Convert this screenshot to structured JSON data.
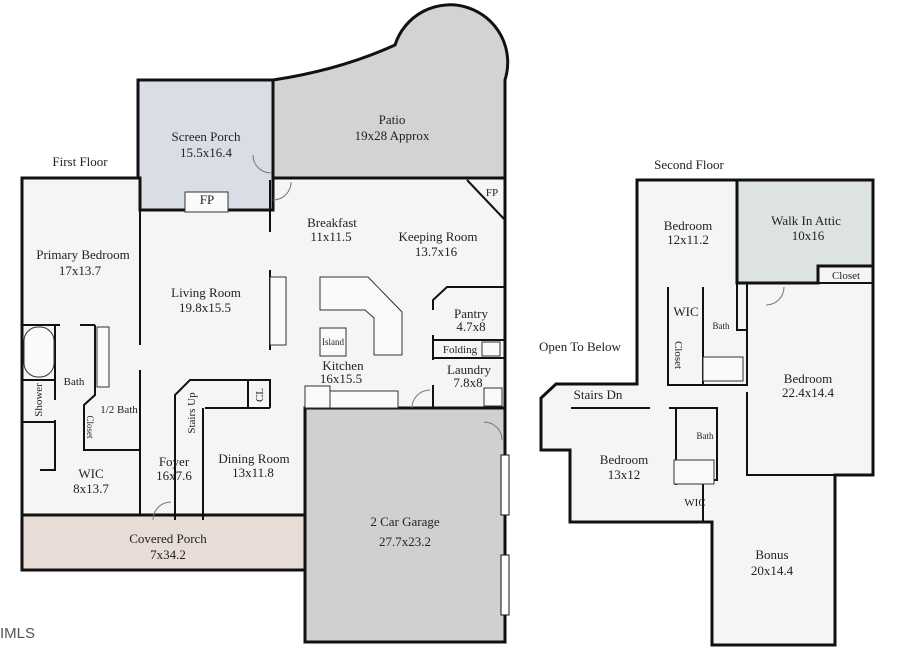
{
  "first_floor": {
    "title": "First Floor",
    "rooms": {
      "screen_porch": {
        "name": "Screen Porch",
        "size": "15.5x16.4"
      },
      "patio": {
        "name": "Patio",
        "size": "19x28 Approx"
      },
      "primary_bedroom": {
        "name": "Primary Bedroom",
        "size": "17x13.7"
      },
      "living_room": {
        "name": "Living Room",
        "size": "19.8x15.5"
      },
      "breakfast": {
        "name": "Breakfast",
        "size": "11x11.5"
      },
      "keeping_room": {
        "name": "Keeping Room",
        "size": "13.7x16"
      },
      "pantry": {
        "name": "Pantry",
        "size": "4.7x8"
      },
      "kitchen": {
        "name": "Kitchen",
        "size": "16x15.5"
      },
      "laundry": {
        "name": "Laundry",
        "size": "7.8x8"
      },
      "foyer": {
        "name": "Foyer",
        "size": "16x7.6"
      },
      "dining_room": {
        "name": "Dining Room",
        "size": "13x11.8"
      },
      "wic": {
        "name": "WIC",
        "size": "8x13.7"
      },
      "covered_porch": {
        "name": "Covered Porch",
        "size": "7x34.2"
      },
      "garage": {
        "name": "2 Car Garage",
        "size": "27.7x23.2"
      }
    },
    "labels": {
      "fp_living": "FP",
      "fp_keeping": "FP",
      "bath": "Bath",
      "half_bath": "1/2 Bath",
      "shower": "Shower",
      "closet": "Closet",
      "stairs_up": "Stairs Up",
      "cl": "CL",
      "island": "Island",
      "folding": "Folding"
    }
  },
  "second_floor": {
    "title": "Second Floor",
    "rooms": {
      "bedroom_nw": {
        "name": "Bedroom",
        "size": "12x11.2"
      },
      "attic": {
        "name": "Walk In Attic",
        "size": "10x16"
      },
      "bedroom_e": {
        "name": "Bedroom",
        "size": "22.4x14.4"
      },
      "bedroom_sw": {
        "name": "Bedroom",
        "size": "13x12"
      },
      "bonus": {
        "name": "Bonus",
        "size": "20x14.4"
      }
    },
    "labels": {
      "closet_attic": "Closet",
      "wic_upper": "WIC",
      "bath_upper": "Bath",
      "closet_upper": "Closet",
      "open_to_below": "Open To Below",
      "stairs_dn": "Stairs Dn",
      "bath_lower": "Bath",
      "wic_lower": "WIC"
    }
  },
  "watermark": "IMLS",
  "colors": {
    "floor": "#f5f5f5",
    "screen_porch": "#d9dee6",
    "patio": "#d3d3d3",
    "garage": "#d0d0d0",
    "covered_porch": "#e8dcd7",
    "attic": "#dde3e3"
  }
}
